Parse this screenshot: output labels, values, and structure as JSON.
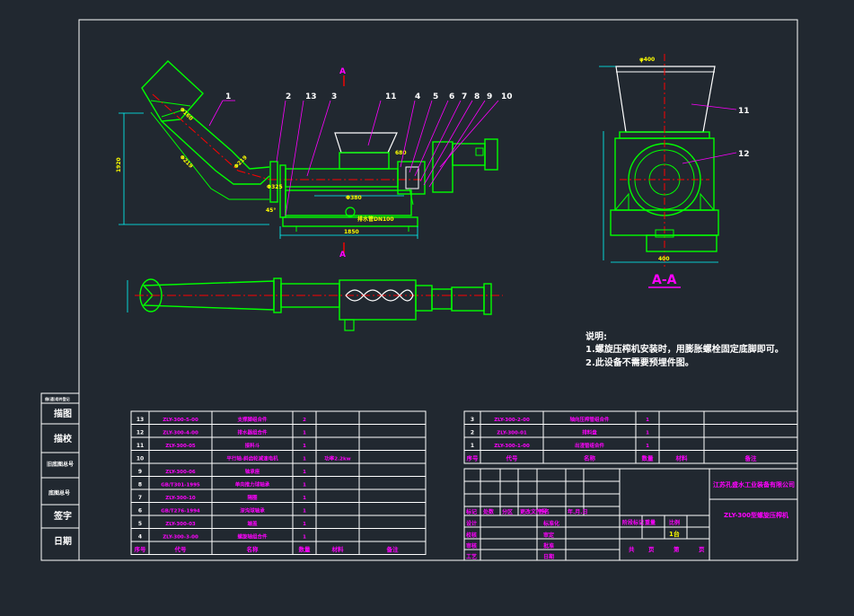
{
  "section": {
    "marker": "A",
    "view_title": "A-A",
    "top_dim": "φ400",
    "bottom_dim": "400"
  },
  "callouts": [
    "1",
    "2",
    "13",
    "3",
    "11",
    "4",
    "5",
    "6",
    "7",
    "8",
    "9",
    "10"
  ],
  "callouts_side": [
    "11",
    "12"
  ],
  "front_dims": {
    "height": "1920",
    "d1": "Φ160",
    "d2": "Φ219",
    "d3": "Φ219",
    "d4": "Φ325",
    "angle": "45°",
    "span": "1850",
    "inner": "Φ380",
    "outlet": "排水管DN100",
    "side": "680"
  },
  "notes": {
    "title": "说明:",
    "lines": [
      "1.螺旋压榨机安装时，用膨胀螺栓固定底脚即可。",
      "2.此设备不需要预埋件图。"
    ]
  },
  "left_stamps": [
    "借(通)用件登记",
    "描图",
    "描校",
    "旧底图总号",
    "底图总号",
    "签字",
    "日期"
  ],
  "bom_left": [
    [
      "13",
      "ZLY-300-5-00",
      "支撑脚组合件",
      "2",
      "",
      ""
    ],
    [
      "12",
      "ZLY-300-4-00",
      "排水器组合件",
      "1",
      "",
      ""
    ],
    [
      "11",
      "ZLY-300-05",
      "接料斗",
      "1",
      "",
      ""
    ],
    [
      "10",
      "",
      "平行轴-斜齿轮减速电机",
      "1",
      "功率2.2kw",
      ""
    ],
    [
      "9",
      "ZLY-300-06",
      "轴承座",
      "1",
      "",
      ""
    ],
    [
      "8",
      "GB/T301-1995",
      "单向推力球轴承",
      "1",
      "",
      ""
    ],
    [
      "7",
      "ZLY-300-10",
      "隔圈",
      "1",
      "",
      ""
    ],
    [
      "6",
      "GB/T276-1994",
      "深沟球轴承",
      "1",
      "",
      ""
    ],
    [
      "5",
      "ZLY-300-03",
      "端盖",
      "1",
      "",
      ""
    ],
    [
      "4",
      "ZLY-300-3-00",
      "螺旋轴组合件",
      "1",
      "",
      ""
    ]
  ],
  "bom_left_header": [
    "序号",
    "代号",
    "名称",
    "数量",
    "材料",
    "备注"
  ],
  "bom_right": [
    [
      "3",
      "ZLY-300-2-00",
      "轴向压榨管组合件",
      "1",
      "",
      ""
    ],
    [
      "2",
      "ZLY-300-01",
      "排料盘",
      "1",
      "",
      ""
    ],
    [
      "1",
      "ZLY-300-1-00",
      "出渣管组合件",
      "1",
      "",
      ""
    ]
  ],
  "bom_right_header": [
    "序号",
    "代号",
    "名称",
    "数量",
    "材料",
    "备注"
  ],
  "title_block": {
    "company": "江苏孔盛水工业装备有限公司",
    "drawing_name": "ZLY-300型螺旋压榨机",
    "rev_header": [
      "标记",
      "处数",
      "分区",
      "更改文件号",
      "签名",
      "年.月.日"
    ],
    "rows": [
      "设计",
      "校核",
      "审核",
      "工艺"
    ],
    "roles": [
      "标准化",
      "审定",
      "批准",
      "日期"
    ],
    "stage_header": [
      "阶段标记",
      "重量",
      "比例"
    ],
    "sheet_info": [
      "共",
      "页",
      "第",
      "页"
    ],
    "qty": "1台"
  },
  "colors": {
    "background": "#212830",
    "frame": "#ffffff",
    "part": "#00ff00",
    "center": "#ff0000",
    "dim": "#00ffff",
    "leader": "#ff00ff",
    "text": "#ffff00"
  }
}
